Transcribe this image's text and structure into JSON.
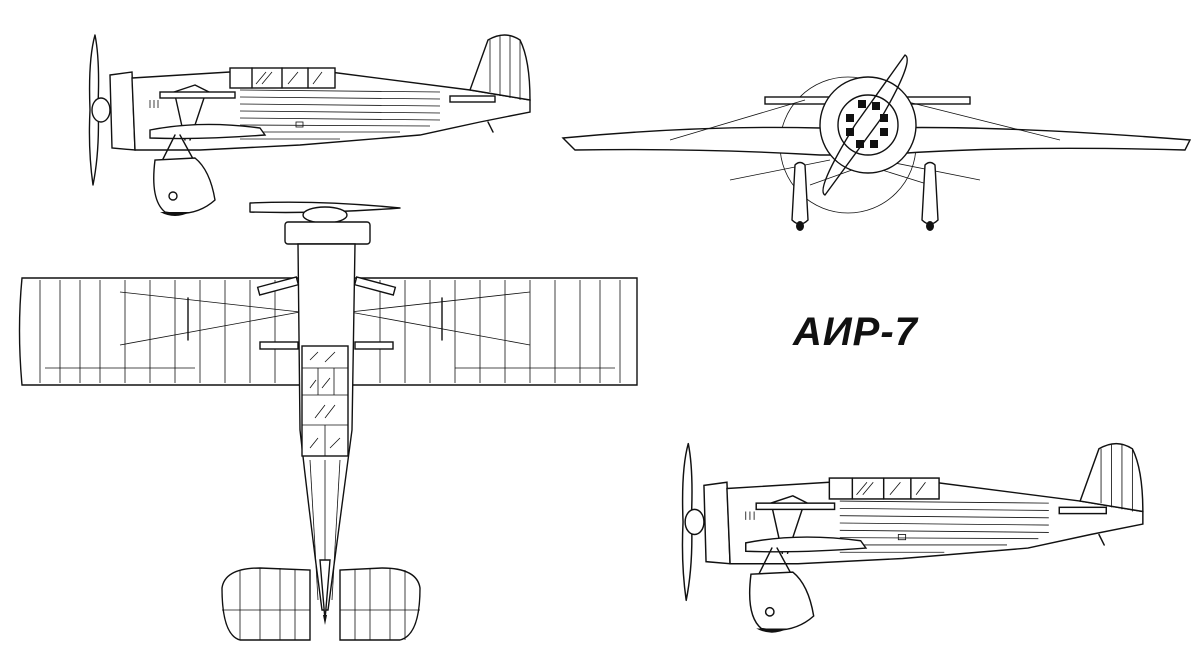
{
  "drawing": {
    "title": "АИР-7",
    "views": [
      "side-view",
      "front-view",
      "top-view",
      "side-view-variant"
    ],
    "line_color": "#111111",
    "background": "#ffffff"
  }
}
